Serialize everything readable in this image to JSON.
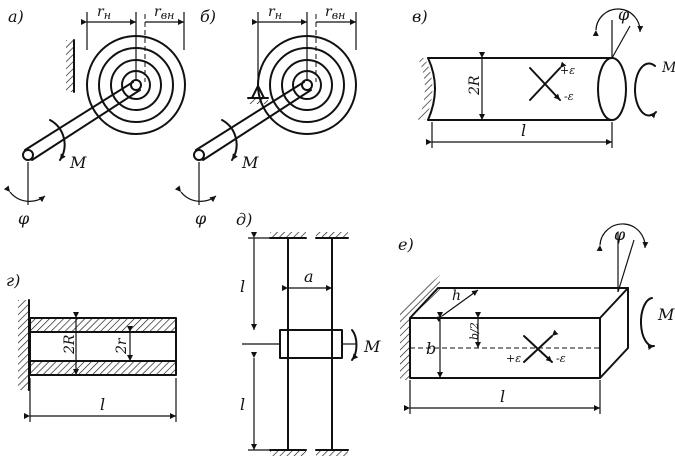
{
  "panels": {
    "a": {
      "label": "a)",
      "r_outer": "r",
      "r_outer_sub": "н",
      "r_inner": "r",
      "r_inner_sub": "вн",
      "moment": "M",
      "angle": "φ"
    },
    "b": {
      "label": "б)",
      "r_outer": "r",
      "r_outer_sub": "н",
      "r_inner": "r",
      "r_inner_sub": "вн",
      "moment": "M",
      "angle": "φ"
    },
    "v": {
      "label": "в)",
      "diameter": "2R",
      "length": "l",
      "strain_pos": "+ε",
      "strain_neg": "-ε",
      "angle": "φ",
      "moment": "M"
    },
    "g": {
      "label": "г)",
      "outer_diameter": "2R",
      "inner_diameter": "2r",
      "length": "l"
    },
    "d": {
      "label": "д)",
      "upper_length": "l",
      "lower_length": "l",
      "offset": "a",
      "moment": "M"
    },
    "e": {
      "label": "е)",
      "height": "b",
      "depth": "h",
      "half_height": "b/2",
      "length": "l",
      "strain_pos": "+ε",
      "strain_neg": "-ε",
      "angle": "φ",
      "moment": "M"
    }
  }
}
